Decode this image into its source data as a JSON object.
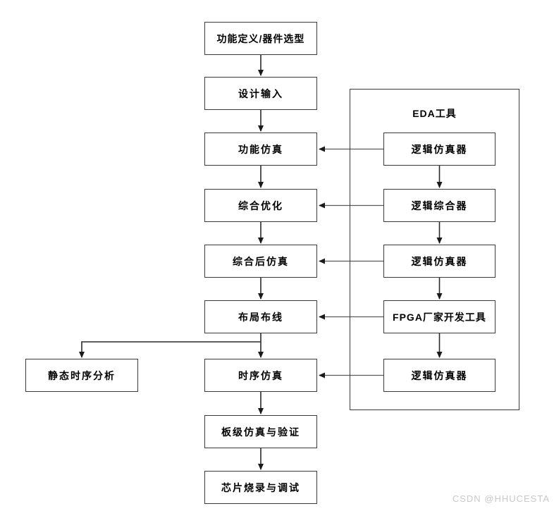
{
  "diagram": {
    "main_flow": [
      "功能定义/器件选型",
      "设计输入",
      "功能仿真",
      "综合优化",
      "综合后仿真",
      "布局布线",
      "时序仿真",
      "板级仿真与验证",
      "芯片烧录与调试"
    ],
    "side_branch": "静态时序分析",
    "eda_panel": {
      "title": "EDA工具",
      "tools": [
        "逻辑仿真器",
        "逻辑综合器",
        "逻辑仿真器",
        "FPGA厂家开发工具",
        "逻辑仿真器"
      ]
    },
    "watermark": "CSDN @HHUCESTA",
    "colors": {
      "background": "#ffffff",
      "box_border": "#3c3c3c",
      "line": "#2a2a2a",
      "text": "#000000",
      "watermark": "#c9c9c9"
    }
  }
}
